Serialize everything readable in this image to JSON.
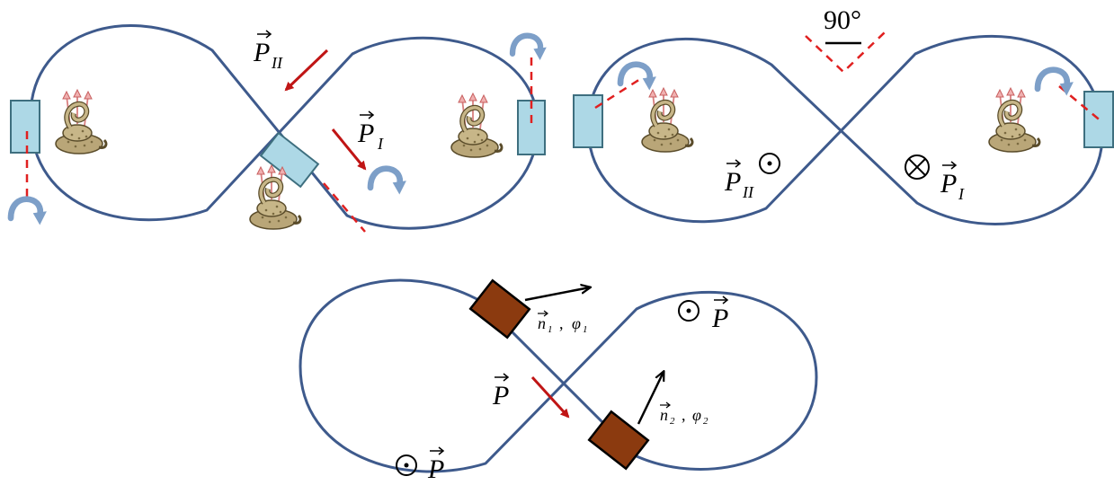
{
  "colors": {
    "track": "#3e5a8c",
    "red": "#c01515",
    "dash_red": "#e02020",
    "plate": "#add8e6",
    "plate_stroke": "#3e6f7f",
    "rotator": "#7d9fc8",
    "box": "#8b3a0f",
    "snake": "#b9a678"
  },
  "labels": {
    "p1_letter": "P",
    "p1_sub": "I",
    "p2_letter": "P",
    "p2_sub": "II",
    "p_letter": "P",
    "angle": "90°",
    "n1_text": "n",
    "n1_sub": "1",
    "phi1_text": "φ",
    "phi1_sub": "1",
    "n2_text": "n",
    "n2_sub": "2",
    "phi2_text": "φ",
    "phi2_sub": "2",
    "comma": ","
  },
  "symbols": {
    "out_of_page": "dot-in-circle",
    "into_page": "cross-in-circle"
  },
  "icons": [
    "rattlesnake-icon",
    "rotation-arrow-icon"
  ]
}
